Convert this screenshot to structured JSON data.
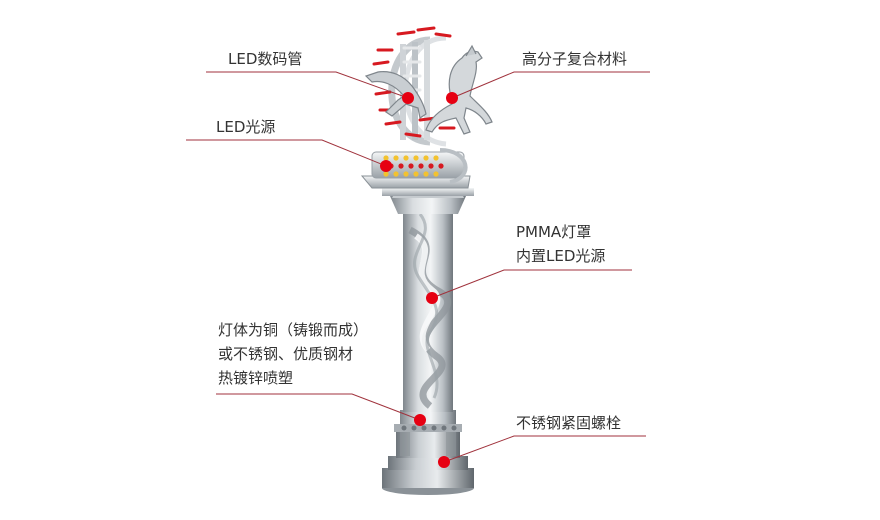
{
  "callouts": {
    "led_digit_tube": "LED数码管",
    "polymer_composite": "高分子复合材料",
    "led_light_source": "LED光源",
    "pmma_cover_line1": "PMMA灯罩",
    "pmma_cover_line2": "内置LED光源",
    "body_material_line1": "灯体为铜（铸锻而成）",
    "body_material_line2": "或不锈钢、优质钢材",
    "body_material_line3": "热镀锌喷塑",
    "stainless_bolts": "不锈钢紧固螺栓"
  },
  "colors": {
    "marker": "#e60012",
    "leader_line": "#a0323c",
    "text": "#333333",
    "pillar_light": "#e9ecef",
    "pillar_mid": "#b9bfc4",
    "pillar_dark": "#7f868c",
    "led_red": "#d71920",
    "led_yellow": "#f2c230"
  },
  "icons": {
    "marker": "red-dot",
    "sculpture": "horse-icon"
  }
}
